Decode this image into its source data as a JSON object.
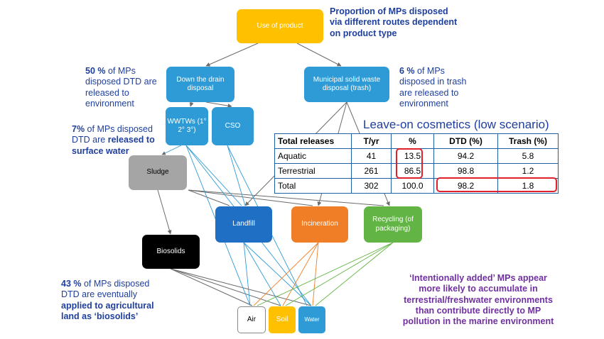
{
  "nodes": {
    "use": "Use of product",
    "dtd": "Down the drain disposal",
    "msw": "Municipal solid waste disposal (trash)",
    "wwtw": "WWTWs (1° 2° 3°)",
    "cso": "CSO",
    "sludge": "Sludge",
    "biosolids": "Biosolids",
    "landfill": "Landfill",
    "incineration": "Incineration",
    "recycling": "Recycling (of packaging)",
    "air": "Air",
    "soil": "Soil",
    "water": "Water"
  },
  "notes": {
    "top": "Proportion of MPs disposed via different routes dependent on product type",
    "dtd_pct": "50 %",
    "dtd_rest": " of MPs disposed DTD are released to environment",
    "trash_pct": "6 %",
    "trash_rest": " of MPs disposed in trash are released to environment",
    "wwtw_pct": "7%",
    "wwtw_mid": " of MPs disposed DTD are ",
    "wwtw_bold": "released to surface water",
    "bio_pct": "43 %",
    "bio_mid": " of MPs disposed DTD are eventually ",
    "bio_bold": "applied to agricultural land as ‘biosolids’",
    "purple": "‘Intentionally added’ MPs appear more likely to accumulate in terrestrial/freshwater environments than contribute directly to MP pollution in the marine environment"
  },
  "table": {
    "title": "Leave-on cosmetics (low scenario)",
    "headers": [
      "Total releases",
      "T/yr",
      "%",
      "DTD (%)",
      "Trash (%)"
    ],
    "rows": [
      [
        "Aquatic",
        "41",
        "13.5",
        "94.2",
        "5.8"
      ],
      [
        "Terrestrial",
        "261",
        "86.5",
        "98.8",
        "1.2"
      ],
      [
        "Total",
        "302",
        "100.0",
        "98.2",
        "1.8"
      ]
    ]
  },
  "colors": {
    "use": "#ffc000",
    "dtd": "#2e9bd6",
    "sludge": "#a5a5a5",
    "biosolids": "#000000",
    "landfill": "#1f6fc5",
    "incineration": "#f07e26",
    "recycling": "#62b545",
    "soil": "#ffc000",
    "water": "#2e9bd6",
    "highlight": "#e0202a"
  }
}
